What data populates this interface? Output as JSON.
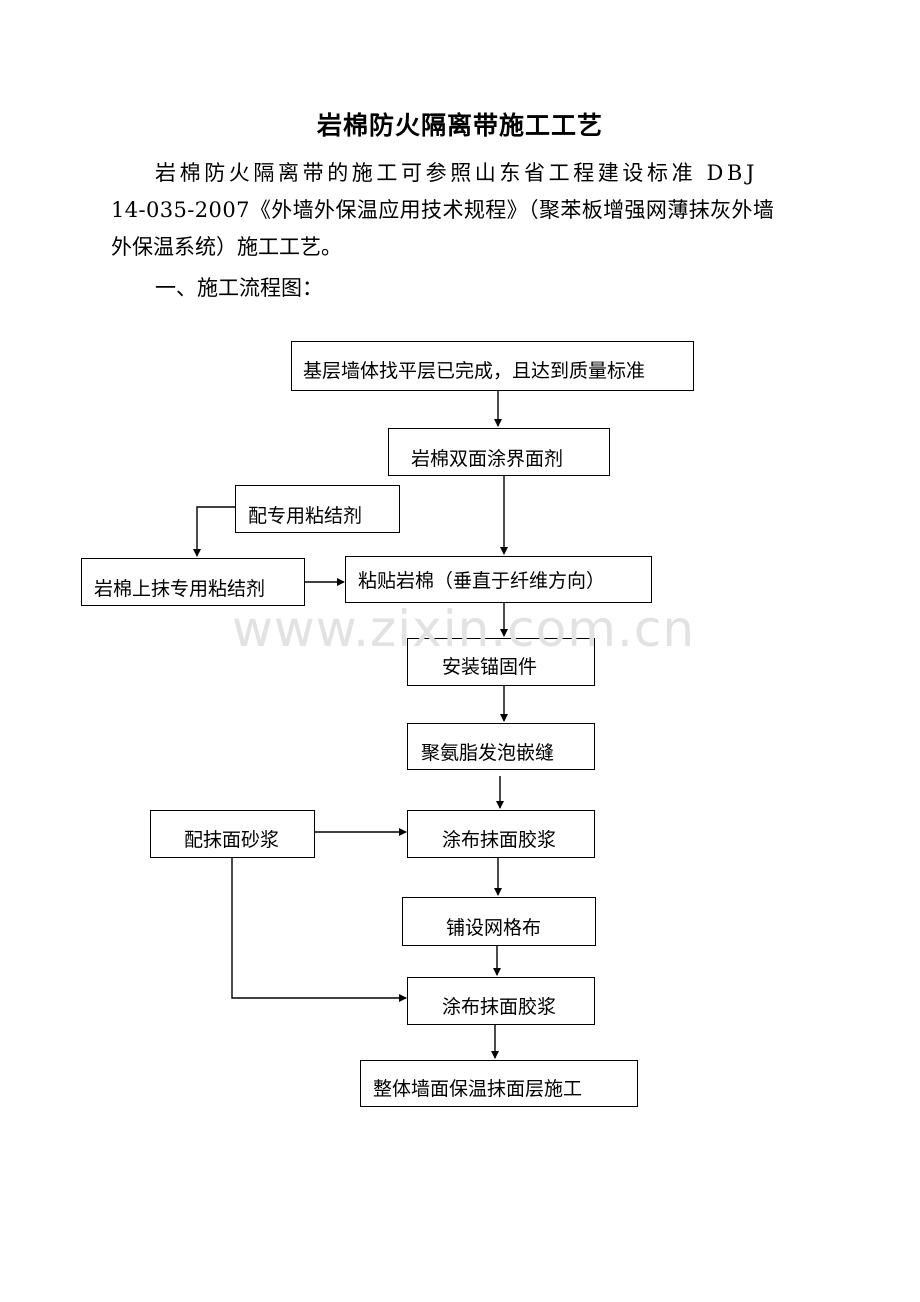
{
  "document": {
    "title": "岩棉防火隔离带施工工艺",
    "intro_line1": "岩棉防火隔离带的施工可参照山东省工程建设标准 DBJ",
    "intro_line2": "14-035-2007《外墙外保温应用技术规程》（聚苯板增强网薄抹灰外墙",
    "intro_line3": "外保温系统）施工工艺。",
    "section_heading": "一、施工流程图："
  },
  "flowchart": {
    "step_base_wall": "基层墙体找平层已完成，且达到质量标准",
    "step_interface_agent": "岩棉双面涂界面剂",
    "step_mix_adhesive": "配专用粘结剂",
    "step_apply_adhesive": "岩棉上抹专用粘结剂",
    "step_paste_rockwool": "粘贴岩棉（垂直于纤维方向）",
    "step_install_anchors": "安装锚固件",
    "step_foam_seal": "聚氨脂发泡嵌缝",
    "step_mix_mortar": "配抹面砂浆",
    "step_coat_mortar_1": "涂布抹面胶浆",
    "step_mesh": "铺设网格布",
    "step_coat_mortar_2": "涂布抹面胶浆",
    "step_finish": "整体墙面保温抹面层施工"
  },
  "watermark": "www.zixin.com.cn"
}
